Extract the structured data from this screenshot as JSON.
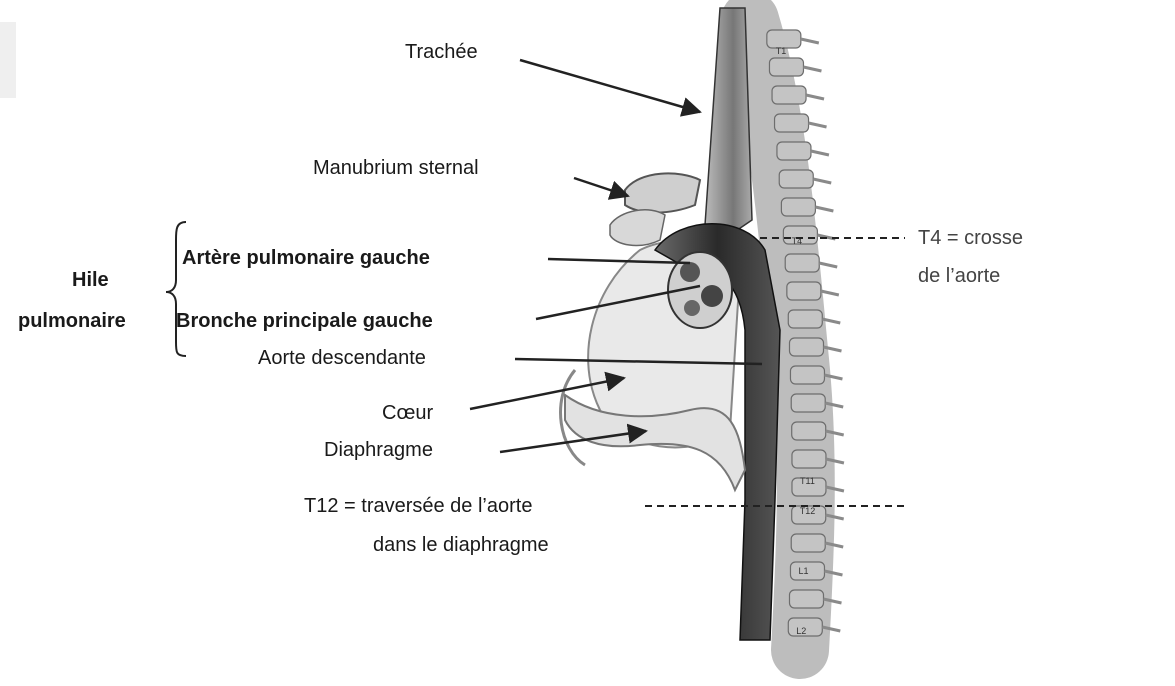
{
  "labels": {
    "trachee": "Trachée",
    "manubrium": "Manubrium sternal",
    "hile_line1": "Hile",
    "hile_line2": "pulmonaire",
    "artere": "Artère pulmonaire gauche",
    "bronche": "Bronche principale gauche",
    "aorte_desc": "Aorte descendante",
    "coeur": "Cœur",
    "diaphragme": "Diaphragme",
    "t4_line1": "T4 = crosse",
    "t4_line2": "de l’aorte",
    "t12_line1": "T12 = traversée de l’aorte",
    "t12_line2": "dans le diaphragme"
  },
  "vertebrae": [
    "T1",
    "T4",
    "T11",
    "T12",
    "L1",
    "L2"
  ],
  "colors": {
    "ink": "#1a1a1a",
    "aorta": "#3a3a3a",
    "bone": "#d9d9d9",
    "organ": "#e6e6e6",
    "line": "#222222"
  }
}
